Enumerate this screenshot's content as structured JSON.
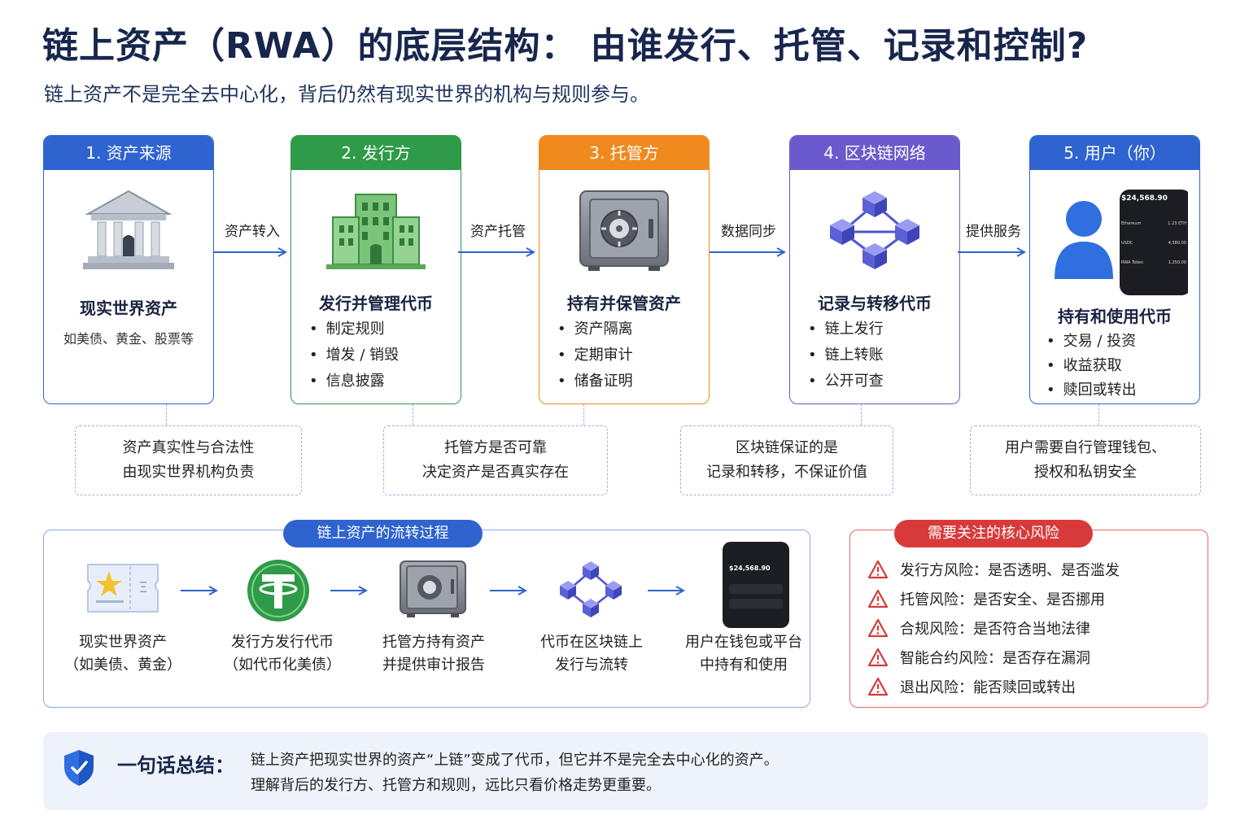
{
  "header": {
    "title": "链上资产（RWA）的底层结构： 由谁发行、托管、记录和控制?",
    "subtitle": "链上资产不是完全去中心化，背后仍然有现实世界的机构与规则参与。"
  },
  "colors": {
    "blue": "#2f63cf",
    "green": "#2f9a47",
    "orange": "#ef8a1f",
    "purple": "#6a5acd",
    "red": "#d83a3a"
  },
  "stages": [
    {
      "head": "1. 资产来源",
      "icon": "bank-building-icon",
      "title": "现实世界资产",
      "desc": "如美债、黄金、股票等",
      "items": []
    },
    {
      "head": "2. 发行方",
      "icon": "green-office-building-icon",
      "title": "发行并管理代币",
      "desc": "",
      "items": [
        "制定规则",
        "增发 / 销毁",
        "信息披露"
      ]
    },
    {
      "head": "3. 托管方",
      "icon": "safe-vault-icon",
      "title": "持有并保管资产",
      "desc": "",
      "items": [
        "资产隔离",
        "定期审计",
        "储备证明"
      ]
    },
    {
      "head": "4. 区块链网络",
      "icon": "blockchain-cubes-icon",
      "title": "记录与转移代币",
      "desc": "",
      "items": [
        "链上发行",
        "链上转账",
        "公开可查"
      ]
    },
    {
      "head": "5. 用户（你）",
      "icon": "user-with-phone-wallet-icon",
      "title": "持有和使用代币",
      "desc": "",
      "items": [
        "交易 / 投资",
        "收益获取",
        "赎回或转出"
      ]
    }
  ],
  "flow_labels": [
    "资产转入",
    "资产托管",
    "数据同步",
    "提供服务"
  ],
  "wallet": {
    "balance": "$24,568.90",
    "assets": [
      "Ethereum",
      "USDC",
      "RWA Token"
    ],
    "amounts": [
      "1.23 ETH",
      "4,580.00",
      "1,250.00"
    ]
  },
  "notes": [
    [
      "资产真实性与合法性",
      "由现实世界机构负责"
    ],
    [
      "托管方是否可靠",
      "决定资产是否真实存在"
    ],
    [
      "区块链保证的是",
      "记录和转移，不保证价值"
    ],
    [
      "用户需要自行管理钱包、",
      "授权和私钥安全"
    ]
  ],
  "process": {
    "title": "链上资产的流转过程",
    "steps": [
      {
        "icon": "asset-certificate-icon",
        "line1": "现实世界资产",
        "line2": "（如美债、黄金）"
      },
      {
        "icon": "tether-coin-icon",
        "line1": "发行方发行代币",
        "line2": "（如代币化美债）"
      },
      {
        "icon": "safe-vault-icon",
        "line1": "托管方持有资产",
        "line2": "并提供审计报告"
      },
      {
        "icon": "blockchain-cubes-icon",
        "line1": "代币在区块链上",
        "line2": "发行与流转"
      },
      {
        "icon": "phone-wallet-icon",
        "line1": "用户在钱包或平台",
        "line2": "中持有和使用"
      }
    ]
  },
  "risks": {
    "title": "需要关注的核心风险",
    "items": [
      "发行方风险：是否透明、是否滥发",
      "托管风险：是否安全、是否挪用",
      "合规风险：是否符合当地法律",
      "智能合约风险：是否存在漏洞",
      "退出风险：能否赎回或转出"
    ]
  },
  "summary": {
    "head": "一句话总结：",
    "line1": "链上资产把现实世界的资产“上链”变成了代币，但它并不是完全去中心化的资产。",
    "line2": "理解背后的发行方、托管方和规则，远比只看价格走势更重要。"
  }
}
